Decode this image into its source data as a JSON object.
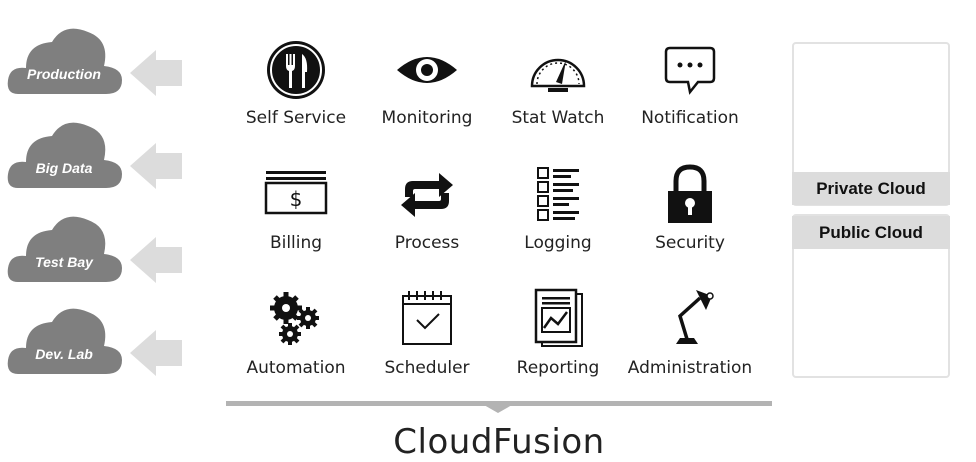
{
  "environments": [
    {
      "label": "Production"
    },
    {
      "label": "Big Data"
    },
    {
      "label": "Test Bay"
    },
    {
      "label": "Dev. Lab"
    }
  ],
  "services": [
    {
      "label": "Self Service",
      "icon": "fork-knife-icon"
    },
    {
      "label": "Monitoring",
      "icon": "eye-icon"
    },
    {
      "label": "Stat Watch",
      "icon": "gauge-icon"
    },
    {
      "label": "Notification",
      "icon": "chat-bubble-icon"
    },
    {
      "label": "Billing",
      "icon": "dollar-bill-icon"
    },
    {
      "label": "Process",
      "icon": "cycle-arrows-icon"
    },
    {
      "label": "Logging",
      "icon": "checklist-icon"
    },
    {
      "label": "Security",
      "icon": "padlock-icon"
    },
    {
      "label": "Automation",
      "icon": "gears-icon"
    },
    {
      "label": "Scheduler",
      "icon": "calendar-check-icon"
    },
    {
      "label": "Reporting",
      "icon": "report-chart-icon"
    },
    {
      "label": "Administration",
      "icon": "desk-lamp-icon"
    }
  ],
  "brand": "CloudFusion",
  "clouds": {
    "private": "Private Cloud",
    "public": "Public Cloud"
  },
  "colors": {
    "cloud_fill": "#7f7f7f",
    "arrow_fill": "#dcdcdc",
    "icon_stroke": "#111111",
    "bar": "#b3b3b3"
  }
}
